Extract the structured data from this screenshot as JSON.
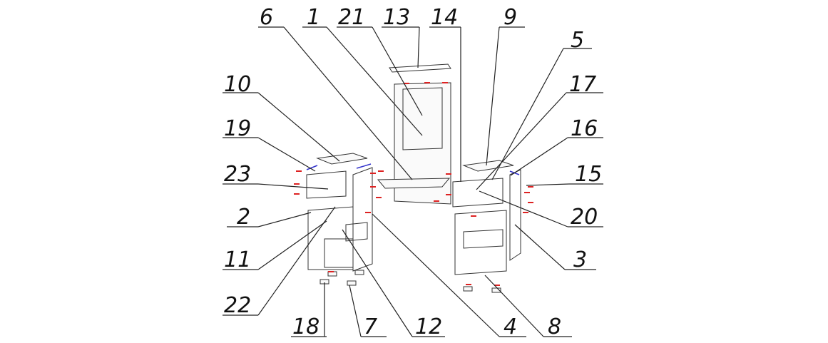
{
  "figure": {
    "type": "exploded assembly drawing",
    "reference_numerals": [
      "6",
      "1",
      "21",
      "13",
      "14",
      "9",
      "5",
      "17",
      "16",
      "15",
      "20",
      "3",
      "8",
      "4",
      "12",
      "7",
      "18",
      "22",
      "11",
      "2",
      "23",
      "19",
      "10"
    ]
  }
}
